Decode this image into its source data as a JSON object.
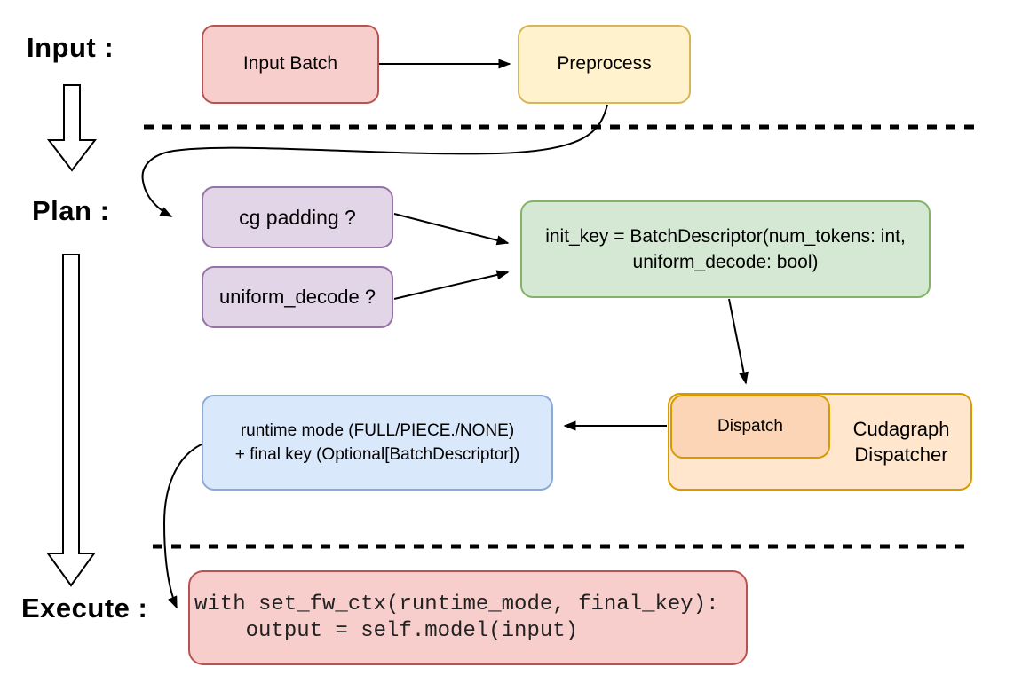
{
  "palette": {
    "red_fill": "#f8cecc",
    "red_stroke": "#b85450",
    "yellow_fill": "#fff2cc",
    "yellow_stroke": "#d6b656",
    "purple_fill": "#e1d5e7",
    "purple_stroke": "#9673a6",
    "green_fill": "#d5e8d4",
    "green_stroke": "#82b366",
    "blue_fill": "#dae8fc",
    "blue_stroke": "#8caad6",
    "orange_fill": "#ffe6cc",
    "orange_stroke": "#d79b00",
    "orange_inner_fill": "#fbd5b5",
    "connector": "#000000"
  },
  "stage_labels": {
    "input": "Input :",
    "plan": "Plan :",
    "execute": "Execute :"
  },
  "nodes": {
    "input_batch": {
      "label": "Input Batch"
    },
    "preprocess": {
      "label": "Preprocess"
    },
    "cg_padding": {
      "label": "cg padding ?"
    },
    "uniform_decode": {
      "label": "uniform_decode ?"
    },
    "init_key": {
      "line1": "init_key = BatchDescriptor(num_tokens: int,",
      "line2": "uniform_decode: bool)"
    },
    "runtime_mode": {
      "line1": "runtime mode (FULL/PIECE./NONE)",
      "line2": "+ final key (Optional[BatchDescriptor])"
    },
    "cudagraph_dispatcher": {
      "dispatch_label": "Dispatch",
      "line1": "Cudagraph",
      "line2": "Dispatcher"
    },
    "execute_code": {
      "line1": "with set_fw_ctx(runtime_mode, final_key):",
      "line2": "    output = self.model(input)"
    }
  }
}
